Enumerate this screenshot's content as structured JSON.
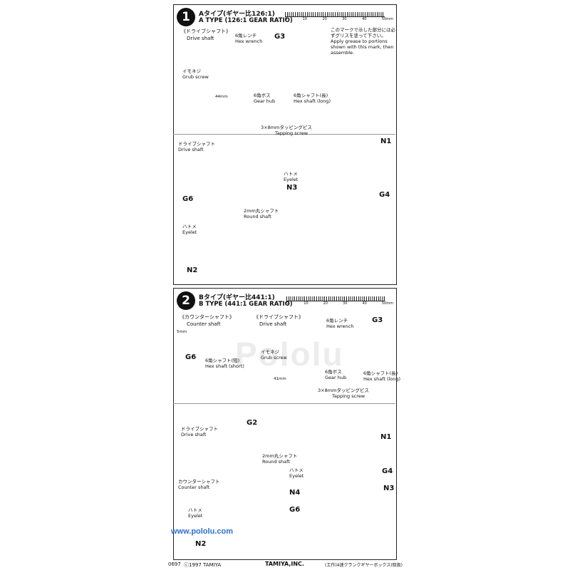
{
  "step1": {
    "number": "1",
    "title_jp": "Aタイプ(ギヤー比126:1)",
    "title_en": "A TYPE (126:1 GEAR RATIO)",
    "ruler_labels": [
      "0",
      "10",
      "20",
      "30",
      "40",
      "50mm"
    ],
    "grease_note": {
      "jp": "このマークで示した部分には必ずグリスを塗って下さい。",
      "en": "Apply grease to portions shown with this mark, then assemble."
    },
    "drive_shaft_jp": "《ドライブシャフト》",
    "drive_shaft_en": "Drive shaft",
    "hex_wrench_jp": "6角レンチ",
    "hex_wrench_en": "Hex wrench",
    "g3": "G3",
    "grub_screw_jp": "イモネジ",
    "grub_screw_en": "Grub screw",
    "dim_44": "44mm",
    "gear_hub_jp": "6角ボス",
    "gear_hub_en": "Gear hub",
    "hex_long_jp": "6角シャフト(長)",
    "hex_long_en": "Hex shaft (long)",
    "tapping_jp": "3×8mmタッピングビス",
    "tapping_en": "Tapping screw",
    "n1": "N1",
    "drive_shaft2_jp": "ドライブシャフト",
    "drive_shaft2_en": "Drive shaft",
    "eyelet_jp": "ハトメ",
    "eyelet_en": "Eyelet",
    "n3": "N3",
    "g4": "G4",
    "g6": "G6",
    "round_jp": "2mm丸シャフト",
    "round_en": "Round shaft",
    "eyelet2_jp": "ハトメ",
    "eyelet2_en": "Eyelet",
    "n2": "N2"
  },
  "step2": {
    "number": "2",
    "title_jp": "Bタイプ(ギヤー比441:1)",
    "title_en": "B TYPE (441:1 GEAR RATIO)",
    "ruler_labels": [
      "0",
      "10",
      "20",
      "30",
      "40",
      "50mm"
    ],
    "counter_jp": "《カウンターシャフト》",
    "counter_en": "Counter shaft",
    "drive_jp": "《ドライブシャフト》",
    "drive_en": "Drive shaft",
    "hex_wrench_jp": "6角レンチ",
    "hex_wrench_en": "Hex wrench",
    "g3": "G3",
    "dim_5": "5mm",
    "g6": "G6",
    "hex_short_jp": "6角シャフト(短)",
    "hex_short_en": "Hex shaft (short)",
    "grub_jp": "イモネジ",
    "grub_en": "Grub screw",
    "gear_hub_jp": "6角ボス",
    "gear_hub_en": "Gear hub",
    "hex_long_jp": "6角シャフト(長)",
    "hex_long_en": "Hex shaft (long)",
    "dim_41": "41mm",
    "tapping_jp": "3×8mmタッピングビス",
    "tapping_en": "Tapping screw",
    "n1": "N1",
    "drive2_jp": "ドライブシャフト",
    "drive2_en": "Drive shaft",
    "g2": "G2",
    "round_jp": "2mm丸シャフト",
    "round_en": "Round shaft",
    "counter2_jp": "カウンターシャフト",
    "counter2_en": "Counter shaft",
    "eyelet_jp": "ハトメ",
    "eyelet_en": "Eyelet",
    "g4": "G4",
    "n4": "N4",
    "n3": "N3",
    "g6b": "G6",
    "eyelet2_jp": "ハトメ",
    "eyelet2_en": "Eyelet",
    "n2": "N2"
  },
  "watermark": {
    "url": "www.pololu.com",
    "brand": "Pololu"
  },
  "footer": {
    "code": "0697",
    "copyright": "ⓒ1997 TAMIYA",
    "brand": "TAMIYA,INC.",
    "product": "(工作)4速クランクギヤーボックス(取扱)"
  }
}
